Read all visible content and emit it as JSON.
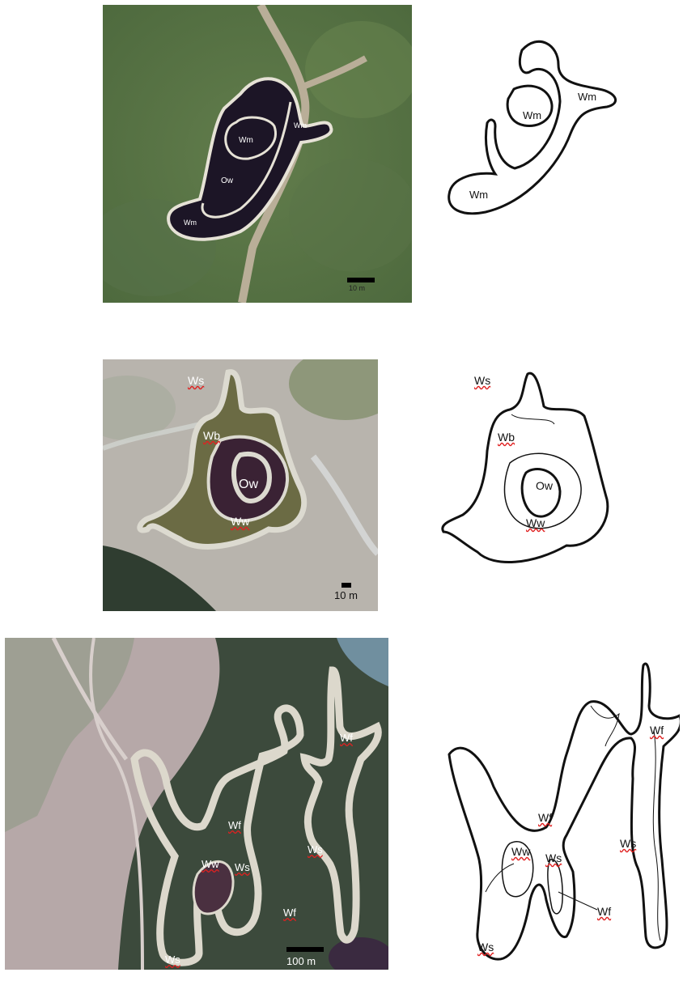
{
  "panels": [
    {
      "id": "site-1",
      "photo_labels": [
        "Wm",
        "Wm",
        "Ow",
        "Wm"
      ],
      "scale_label": "10 m",
      "sketch_labels": [
        "Wm",
        "Wm",
        "Wm"
      ]
    },
    {
      "id": "site-2",
      "photo_labels": [
        "Ws",
        "Wb",
        "Ow",
        "Ww"
      ],
      "scale_label": "10 m",
      "sketch_labels": [
        "Ws",
        "Wb",
        "Ow",
        "Ww"
      ]
    },
    {
      "id": "site-3",
      "photo_labels": [
        "Wf",
        "Wf",
        "Ww",
        "Ws",
        "Ws",
        "Wf",
        "Ws"
      ],
      "scale_label": "100 m",
      "sketch_labels": [
        "Wf",
        "Wf",
        "Ww",
        "Ws",
        "Ws",
        "Wf",
        "Ws"
      ]
    }
  ],
  "colors": {
    "grass": "#5f7a4a",
    "dark_water": "#1c1526",
    "outline_light": "#e6e2d6",
    "spellcheck": "#e02020",
    "forest": "#2f3d30",
    "clearing": "#b6a8a8"
  }
}
